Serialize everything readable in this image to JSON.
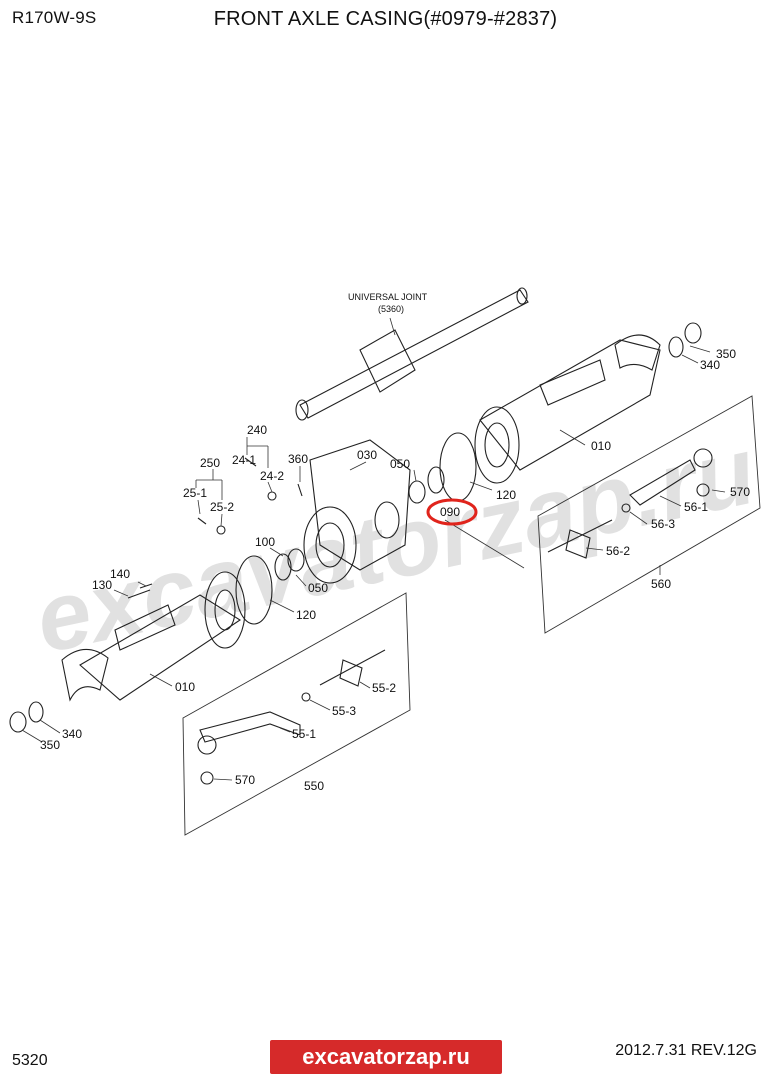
{
  "header": {
    "model": "R170W-9S",
    "title": "FRONT AXLE CASING(#0979-#2837)"
  },
  "footer": {
    "page_number": "5320",
    "revision": "2012.7.31  REV.12G",
    "brand": "excavatorzap.ru"
  },
  "watermark": "excavatorzap.ru",
  "universal_joint": {
    "name": "UNIVERSAL JOINT",
    "code": "(5360)"
  },
  "highlight_color": "#e0241c",
  "callouts": {
    "c240": "240",
    "c24_1": "24-1",
    "c24_2": "24-2",
    "c250": "250",
    "c25_1": "25-1",
    "c25_2": "25-2",
    "c360": "360",
    "c030": "030",
    "c050_top": "050",
    "c090": "090",
    "c010_right": "010",
    "c120_right": "120",
    "c350_right": "350",
    "c340_right": "340",
    "c570_right": "570",
    "c56_1": "56-1",
    "c56_3": "56-3",
    "c56_2": "56-2",
    "c560": "560",
    "c100": "100",
    "c050_left": "050",
    "c120_left": "120",
    "c140": "140",
    "c130": "130",
    "c010_left": "010",
    "c55_2": "55-2",
    "c55_3": "55-3",
    "c55_1": "55-1",
    "c340_left": "340",
    "c350_left": "350",
    "c570_left": "570",
    "c550": "550"
  }
}
